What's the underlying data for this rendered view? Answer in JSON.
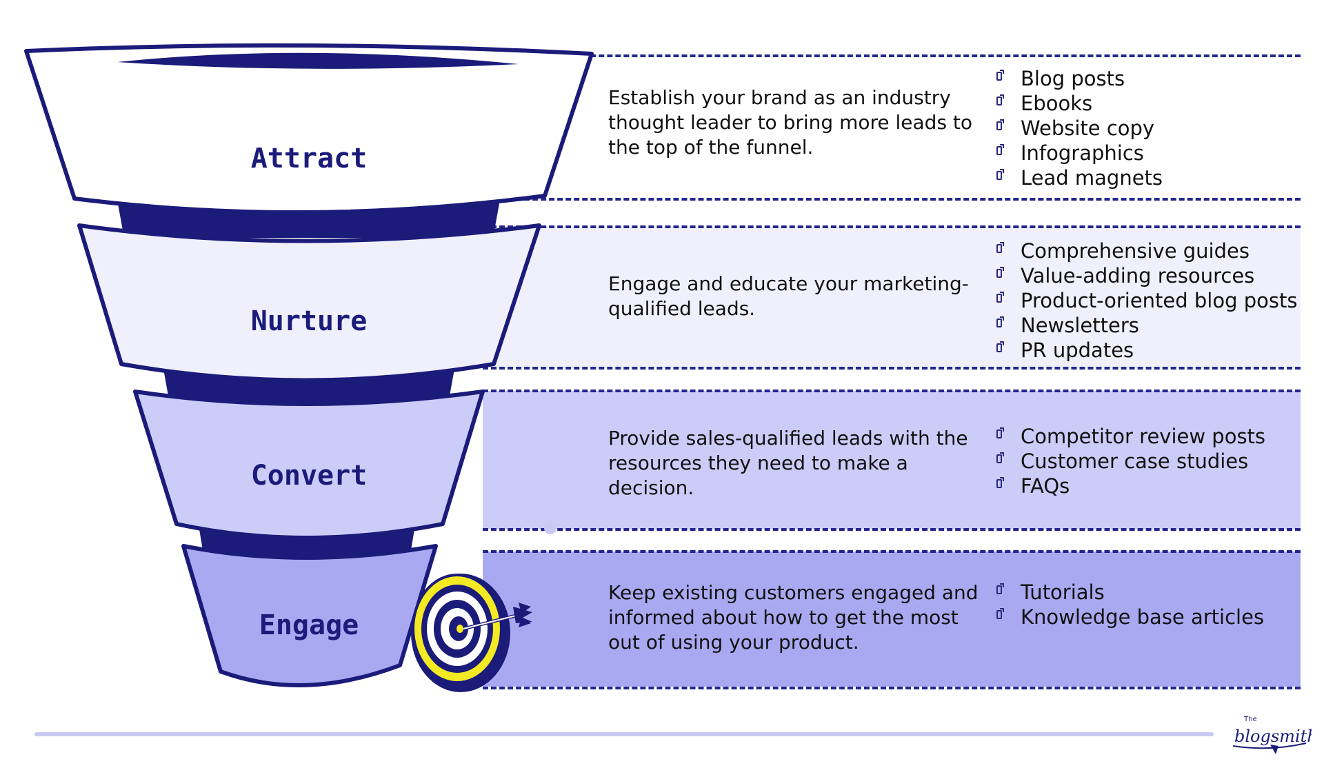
{
  "colors": {
    "navy": "#1b1b7a",
    "band_nurture": "#f0f0fc",
    "band_convert": "#ccccf8",
    "band_engage": "#a9a9f2",
    "target_yellow": "#f3ea24"
  },
  "stages": [
    {
      "label": "Attract",
      "description": "Establish your brand as an industry thought leader to bring more leads to the top of the funnel.",
      "content": [
        "Blog posts",
        "Ebooks",
        "Website copy",
        "Infographics",
        "Lead magnets"
      ]
    },
    {
      "label": "Nurture",
      "description": "Engage and educate your marketing-qualified leads.",
      "content": [
        "Comprehensive guides",
        "Value-adding resources",
        "Product-oriented blog posts",
        "Newsletters",
        "PR updates"
      ]
    },
    {
      "label": "Convert",
      "description": "Provide sales-qualified leads with the resources they need to make a decision.",
      "content": [
        "Competitor review posts",
        "Customer case studies",
        "FAQs"
      ]
    },
    {
      "label": "Engage",
      "description": "Keep existing customers engaged and informed about how to get the most out of using your product.",
      "content": [
        "Tutorials",
        "Knowledge base articles"
      ]
    }
  ],
  "icons": [
    "target-icon",
    "dart-icon",
    "list-bullet-icon",
    "logo-mark"
  ],
  "logo": {
    "small": "The",
    "word": "blogsmith"
  }
}
